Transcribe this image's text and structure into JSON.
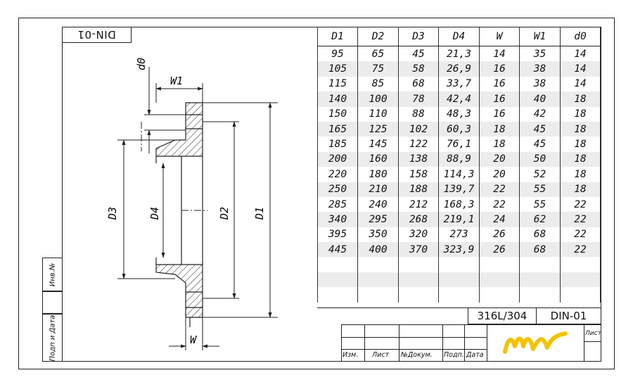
{
  "drawing_code": "DIN-01",
  "side_labels": {
    "inv_no": "Инв.№",
    "signature_date": "Подп и Дата"
  },
  "table": {
    "headers": [
      "D1",
      "D2",
      "D3",
      "D4",
      "W",
      "W1",
      "d0"
    ],
    "rows": [
      [
        "95",
        "65",
        "45",
        "21,3",
        "14",
        "35",
        "14"
      ],
      [
        "105",
        "75",
        "58",
        "26,9",
        "16",
        "38",
        "14"
      ],
      [
        "115",
        "85",
        "68",
        "33,7",
        "16",
        "38",
        "14"
      ],
      [
        "140",
        "100",
        "78",
        "42,4",
        "16",
        "40",
        "18"
      ],
      [
        "150",
        "110",
        "88",
        "48,3",
        "16",
        "42",
        "18"
      ],
      [
        "165",
        "125",
        "102",
        "60,3",
        "18",
        "45",
        "18"
      ],
      [
        "185",
        "145",
        "122",
        "76,1",
        "18",
        "45",
        "18"
      ],
      [
        "200",
        "160",
        "138",
        "88,9",
        "20",
        "50",
        "18"
      ],
      [
        "220",
        "180",
        "158",
        "114,3",
        "20",
        "52",
        "18"
      ],
      [
        "250",
        "210",
        "188",
        "139,7",
        "22",
        "55",
        "18"
      ],
      [
        "285",
        "240",
        "212",
        "168,3",
        "22",
        "55",
        "22"
      ],
      [
        "340",
        "295",
        "268",
        "219,1",
        "24",
        "62",
        "22"
      ],
      [
        "395",
        "350",
        "320",
        "273",
        "26",
        "68",
        "22"
      ],
      [
        "445",
        "400",
        "370",
        "323,9",
        "26",
        "68",
        "22"
      ],
      [
        "",
        "",
        "",
        "",
        "",
        "",
        ""
      ],
      [
        "",
        "",
        "",
        "",
        "",
        "",
        ""
      ],
      [
        "",
        "",
        "",
        "",
        "",
        "",
        ""
      ]
    ]
  },
  "material": "316L/304",
  "din_code": "DIN-01",
  "title_block": {
    "sheet_label": "Лист",
    "headers": [
      "Изм.",
      "Лист",
      "№Докум.",
      "Подп.",
      "Дата"
    ]
  },
  "drawing_labels": {
    "d0": "d0",
    "W1": "W1",
    "D3": "D3",
    "D4": "D4",
    "D2": "D2",
    "D1": "D1",
    "W": "W"
  },
  "logo": {
    "text_icon": "mv-logo",
    "color": "#f2c300"
  }
}
